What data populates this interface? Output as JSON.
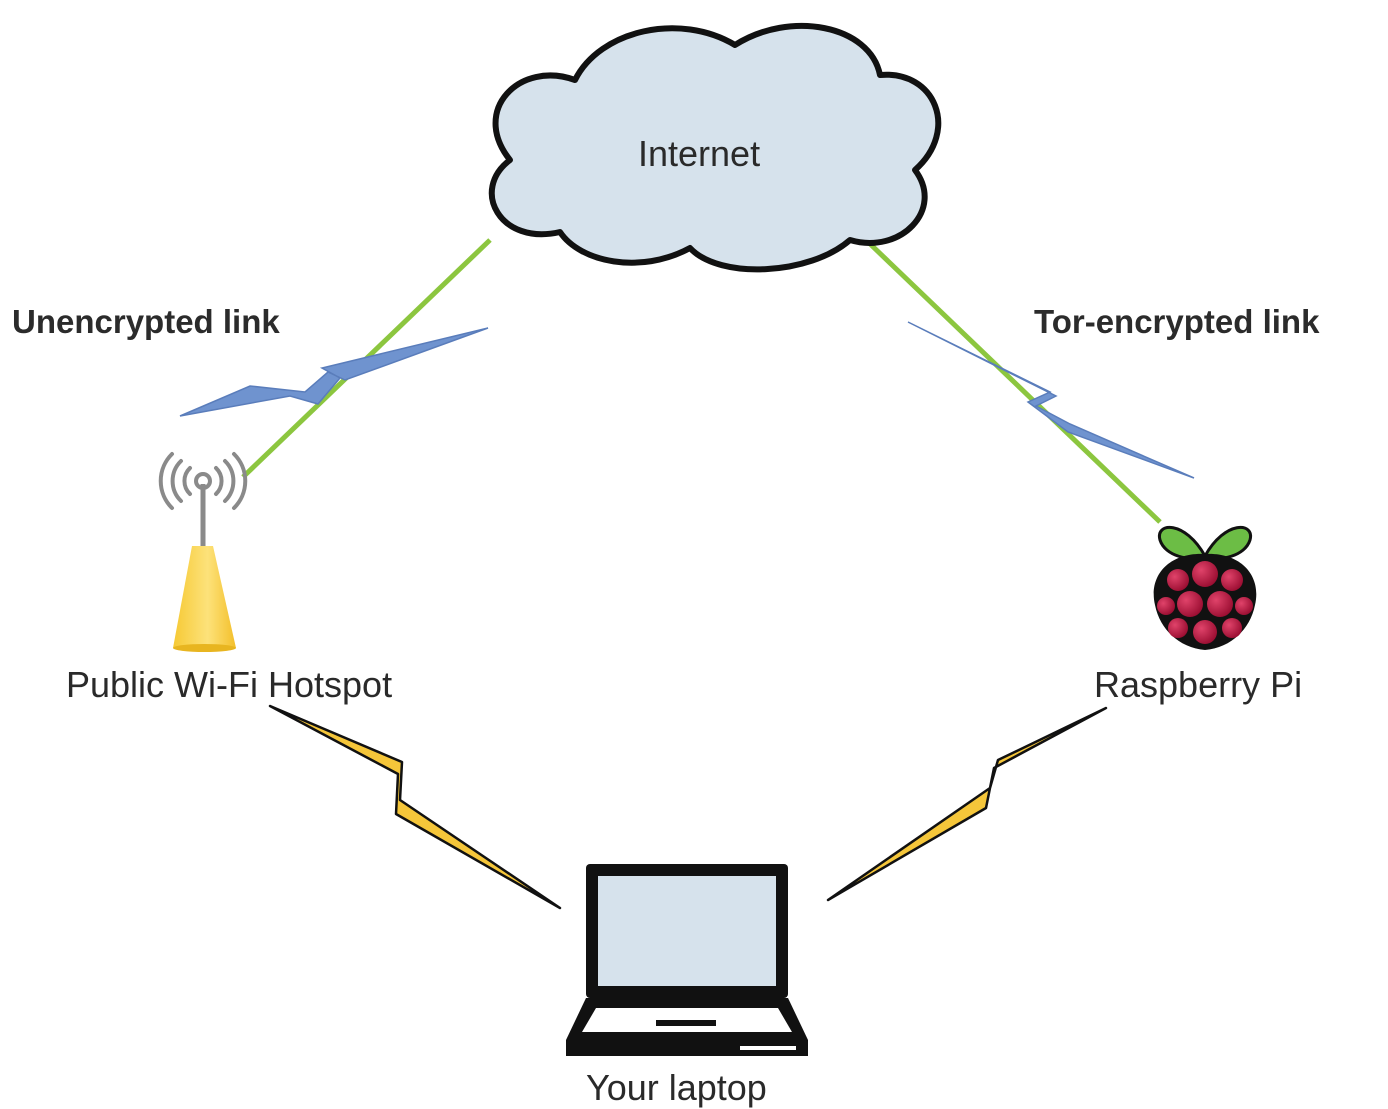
{
  "nodes": {
    "internet": {
      "label": "Internet",
      "icon": "cloud-icon",
      "fill": "#d6e2ec"
    },
    "hotspot": {
      "label": "Public Wi-Fi Hotspot",
      "icon": "wifi-antenna-icon",
      "fill": "#f7cf3b"
    },
    "raspberry": {
      "label": "Raspberry Pi",
      "icon": "raspberry-pi-icon",
      "fill": "#c2133f"
    },
    "laptop": {
      "label": "Your laptop",
      "icon": "laptop-icon",
      "fill": "#d6e2ec"
    }
  },
  "links": {
    "left_label": "Unencrypted link",
    "right_label": "Tor-encrypted link"
  },
  "colors": {
    "wired_link": "#8cc63f",
    "internet_bolt": "#6f93cf",
    "local_bolt": "#f5c63a",
    "outline": "#111111"
  }
}
